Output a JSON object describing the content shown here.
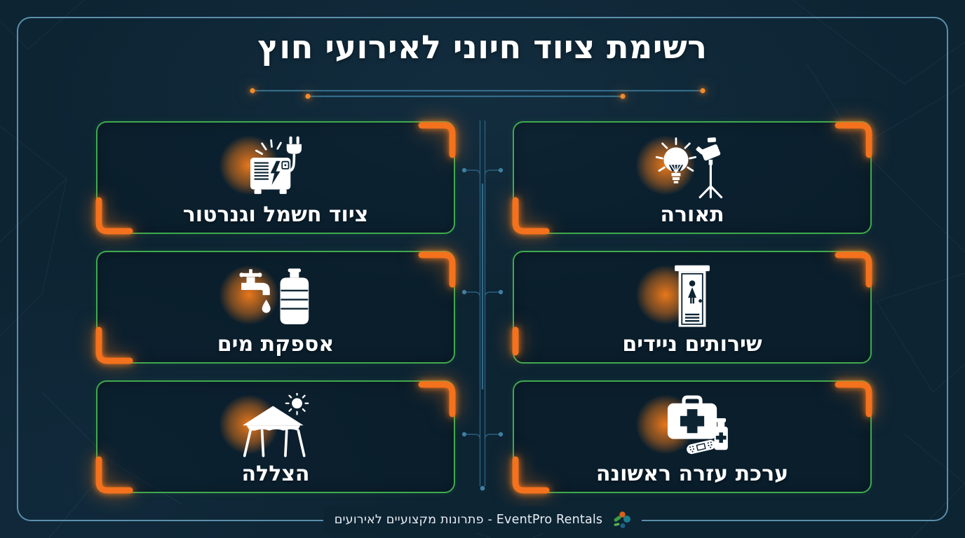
{
  "page": {
    "title": "רשימת ציוד חיוני לאירועי חוץ"
  },
  "cards": [
    {
      "label": "ציוד חשמל וגנרטור",
      "icon": "generator-icon",
      "position": "top-left"
    },
    {
      "label": "תאורה",
      "icon": "lighting-icon",
      "position": "top-right"
    },
    {
      "label": "אספקת מים",
      "icon": "water-supply-icon",
      "position": "middle-left"
    },
    {
      "label": "שירותים ניידים",
      "icon": "portable-toilet-icon",
      "position": "middle-right"
    },
    {
      "label": "הצללה",
      "icon": "shade-canopy-icon",
      "position": "bottom-left"
    },
    {
      "label": "ערכת עזרה ראשונה",
      "icon": "first-aid-kit-icon",
      "position": "bottom-right"
    }
  ],
  "footer": {
    "text": "EventPro Rentals - פתרונות מקצועיים לאירועים",
    "brand": "EventPro Rentals",
    "tagline": "פתרונות מקצועיים לאירועים",
    "logo": "eventpro-logo"
  },
  "colors": {
    "background": "#0d2433",
    "frame_blue": "#68a2c0",
    "card_border_green": "#3eaa4d",
    "accent_orange": "#f4711d",
    "glow_orange": "#f37c1a",
    "connector_blue": "#2a5f7d",
    "text_white": "#ffffff"
  }
}
